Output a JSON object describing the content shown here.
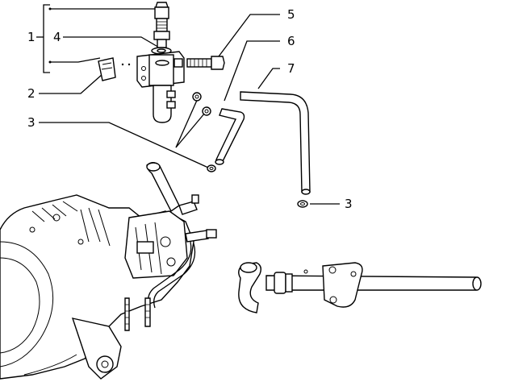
{
  "diagram": {
    "labels": {
      "c1": "1",
      "c2": "2",
      "c3a": "3",
      "c3b": "3",
      "c4": "4",
      "c5": "5",
      "c6": "6",
      "c7": "7"
    }
  }
}
